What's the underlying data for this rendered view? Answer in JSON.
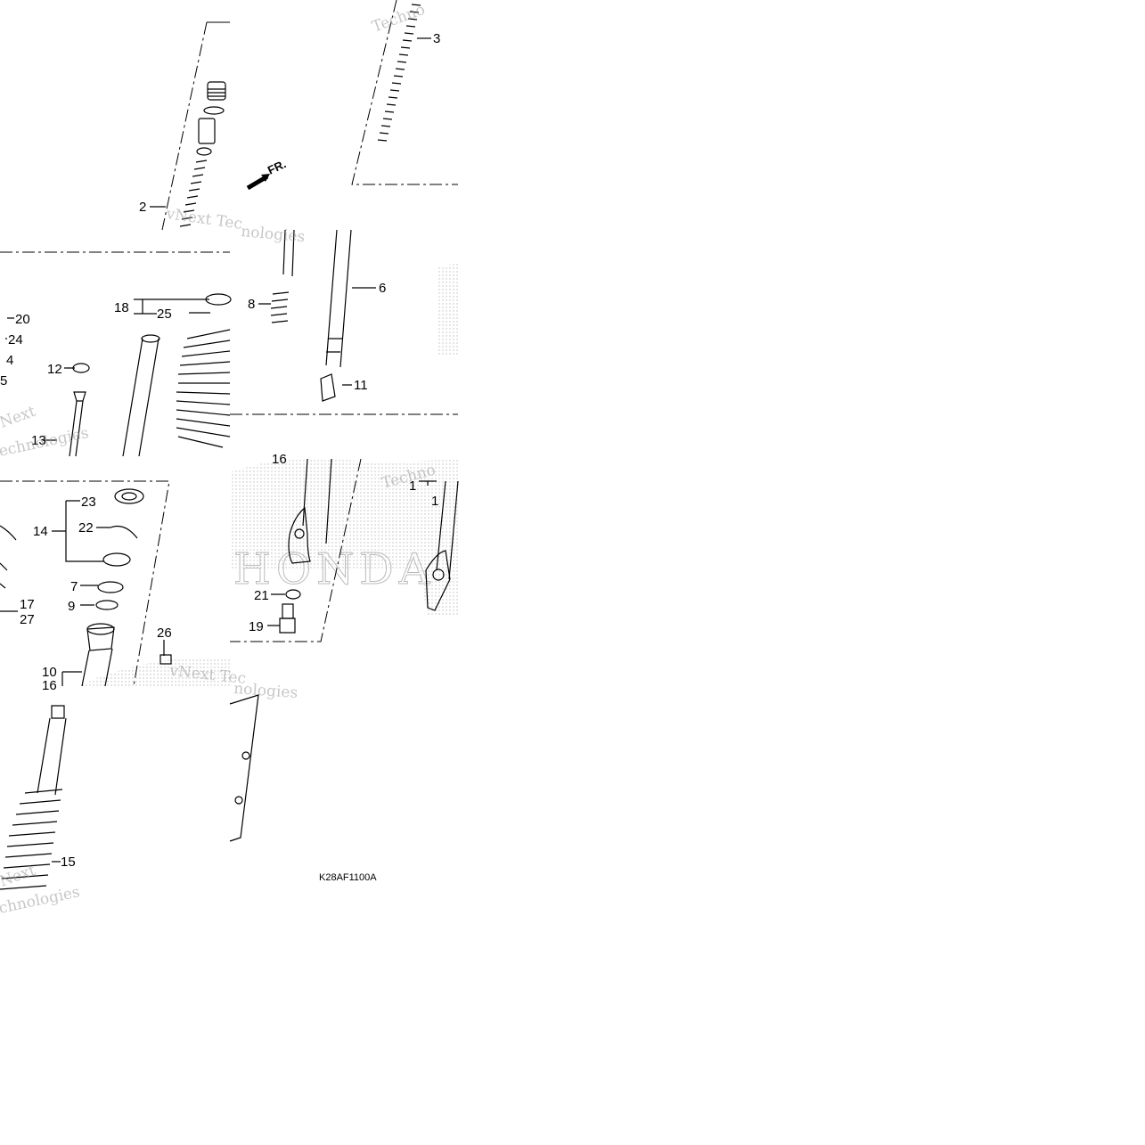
{
  "diagram": {
    "part_code": "K28AF1100A",
    "direction_label": "FR.",
    "brand_watermark": "HONDA",
    "watermarks": [
      "Techno",
      "vNext Tec",
      "nologies",
      "Next",
      "echnologies",
      "Techno",
      "vNext Tec",
      "nologies",
      "Next",
      "chnologies"
    ],
    "callouts": [
      "2",
      "3",
      "6",
      "8",
      "11",
      "18",
      "25",
      "20",
      "24",
      "4",
      "5",
      "12",
      "13",
      "23",
      "22",
      "14",
      "7",
      "9",
      "17",
      "27",
      "10",
      "16",
      "26",
      "15",
      "16",
      "1",
      "1",
      "21",
      "19"
    ]
  }
}
